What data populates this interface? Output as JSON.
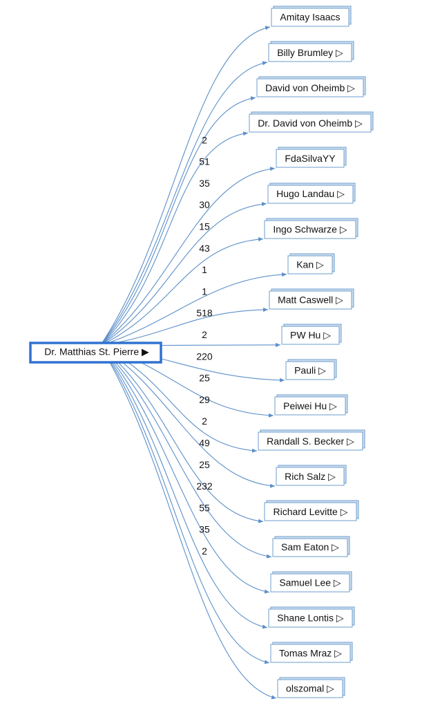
{
  "root": {
    "label": "Dr. Matthias St. Pierre ▶"
  },
  "targets": [
    {
      "label": "Amitay Isaacs",
      "count": "2"
    },
    {
      "label": "Billy Brumley ▷",
      "count": "51"
    },
    {
      "label": "David von Oheimb ▷",
      "count": "35"
    },
    {
      "label": "Dr. David von Oheimb ▷",
      "count": "30"
    },
    {
      "label": "FdaSilvaYY",
      "count": "15"
    },
    {
      "label": "Hugo Landau ▷",
      "count": "43"
    },
    {
      "label": "Ingo Schwarze ▷",
      "count": "1"
    },
    {
      "label": "Kan ▷",
      "count": "1"
    },
    {
      "label": "Matt Caswell ▷",
      "count": "518"
    },
    {
      "label": "PW Hu ▷",
      "count": "2"
    },
    {
      "label": "Pauli ▷",
      "count": "220"
    },
    {
      "label": "Peiwei Hu ▷",
      "count": "25"
    },
    {
      "label": "Randall S. Becker ▷",
      "count": "29"
    },
    {
      "label": "Rich Salz ▷",
      "count": "2"
    },
    {
      "label": "Richard Levitte ▷",
      "count": "49"
    },
    {
      "label": "Sam Eaton ▷",
      "count": "25"
    },
    {
      "label": "Samuel Lee ▷",
      "count": "232"
    },
    {
      "label": "Shane Lontis ▷",
      "count": "55"
    },
    {
      "label": "Tomas Mraz ▷",
      "count": "35"
    },
    {
      "label": "olszomal ▷",
      "count": "2"
    }
  ],
  "colors": {
    "edge": "#5b8fc9",
    "node_border": "#6c9ccc",
    "root_border": "#2f72d0"
  }
}
